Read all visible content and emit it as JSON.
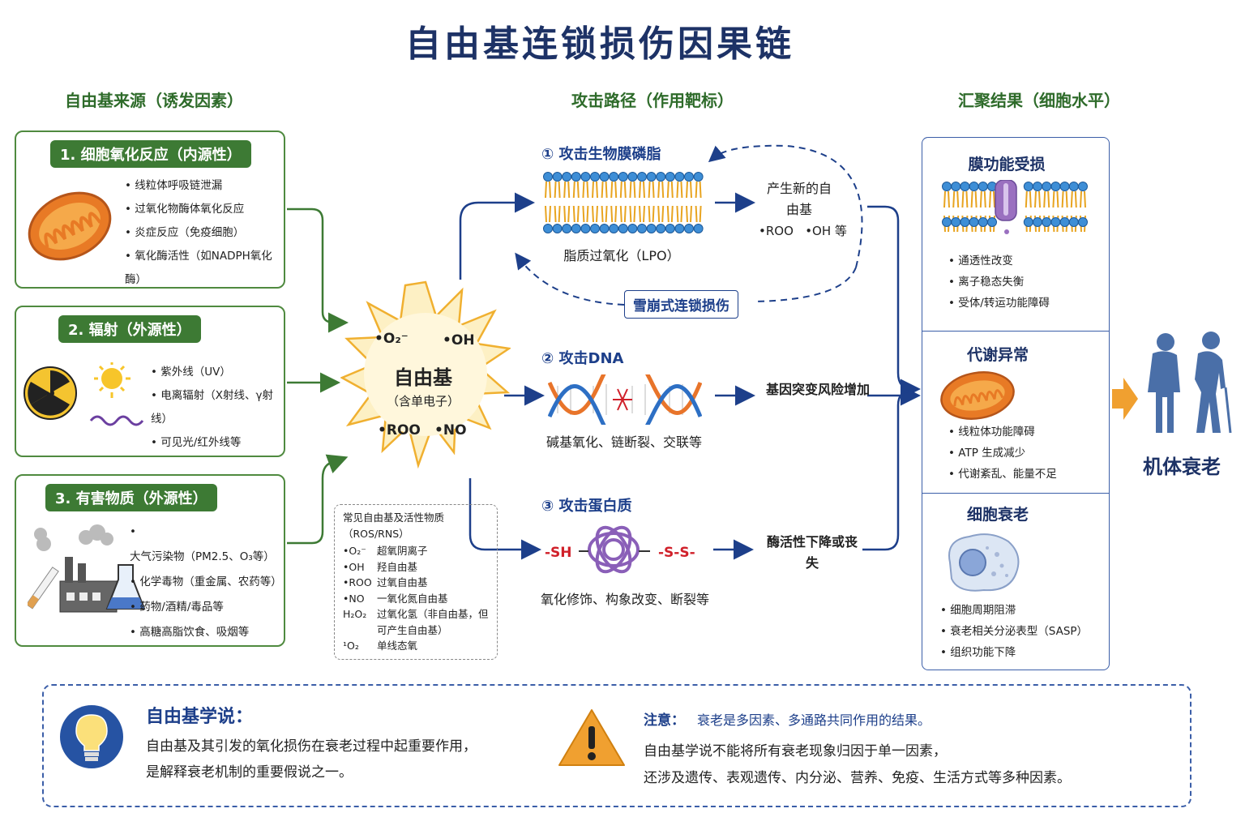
{
  "title": "自由基连锁损伤因果链",
  "columns": {
    "sources": "自由基来源（诱发因素）",
    "paths": "攻击路径（作用靶标）",
    "results": "汇聚结果（细胞水平）"
  },
  "sources": [
    {
      "badge": "1. 细胞氧化反应（内源性）",
      "items": [
        "线粒体呼吸链泄漏",
        "过氧化物酶体氧化反应",
        "炎症反应（免疫细胞）",
        "氧化酶活性（如NADPH氧化酶）"
      ]
    },
    {
      "badge": "2. 辐射（外源性）",
      "items": [
        "紫外线（UV）",
        "电离辐射（X射线、γ射线）",
        "可见光/红外线等"
      ]
    },
    {
      "badge": "3. 有害物质（外源性）",
      "items": [
        "大气污染物（PM2.5、O₃等）",
        "化学毒物（重金属、农药等）",
        "药物/酒精/毒品等",
        "高糖高脂饮食、吸烟等"
      ]
    }
  ],
  "center": {
    "name": "自由基",
    "sub": "（含单电子）",
    "species": [
      "•O₂⁻",
      "•OH",
      "•ROO",
      "•NO"
    ]
  },
  "legend": {
    "title": "常见自由基及活性物质（ROS/RNS）",
    "rows": [
      [
        "•O₂⁻",
        "超氧阴离子"
      ],
      [
        "•OH",
        "羟自由基"
      ],
      [
        "•ROO",
        "过氧自由基"
      ],
      [
        "•NO",
        "一氧化氮自由基"
      ],
      [
        "H₂O₂",
        "过氧化氢（非自由基，但可产生自由基）"
      ],
      [
        "¹O₂",
        "单线态氧"
      ]
    ]
  },
  "paths": [
    {
      "head": "① 攻击生物膜磷脂",
      "caption": "脂质过氧化（LPO）"
    },
    {
      "head": "② 攻击DNA",
      "caption": "碱基氧化、链断裂、交联等"
    },
    {
      "head": "③ 攻击蛋白质",
      "caption": "氧化修饰、构象改变、断裂等",
      "sh": "-SH",
      "ss": "-S-S-"
    }
  ],
  "outcomes": {
    "new_radicals": "产生新的自由基",
    "new_species": "•ROO   •OH 等",
    "avalanche": "雪崩式连锁损伤",
    "gene": "基因突变风险增加",
    "enzyme": "酶活性下降或丧失"
  },
  "results": [
    {
      "title": "膜功能受损",
      "items": [
        "通透性改变",
        "离子稳态失衡",
        "受体/转运功能障碍"
      ]
    },
    {
      "title": "代谢异常",
      "items": [
        "线粒体功能障碍",
        "ATP 生成减少",
        "代谢紊乱、能量不足"
      ]
    },
    {
      "title": "细胞衰老",
      "items": [
        "细胞周期阻滞",
        "衰老相关分泌表型（SASP）",
        "组织功能下降"
      ]
    }
  ],
  "final": "机体衰老",
  "theory": {
    "title": "自由基学说：",
    "line1": "自由基及其引发的氧化损伤在衰老过程中起重要作用，",
    "line2": "是解释衰老机制的重要假说之一。"
  },
  "note": {
    "label": "注意：",
    "headline": "衰老是多因素、多通路共同作用的结果。",
    "line1": "自由基学说不能将所有衰老现象归因于单一因素，",
    "line2": "还涉及遗传、表观遗传、内分泌、营养、免疫、生活方式等多种因素。"
  },
  "colors": {
    "navy": "#1d3266",
    "green": "#3d7a34",
    "orange": "#f0a030",
    "blue": "#2653a3"
  }
}
